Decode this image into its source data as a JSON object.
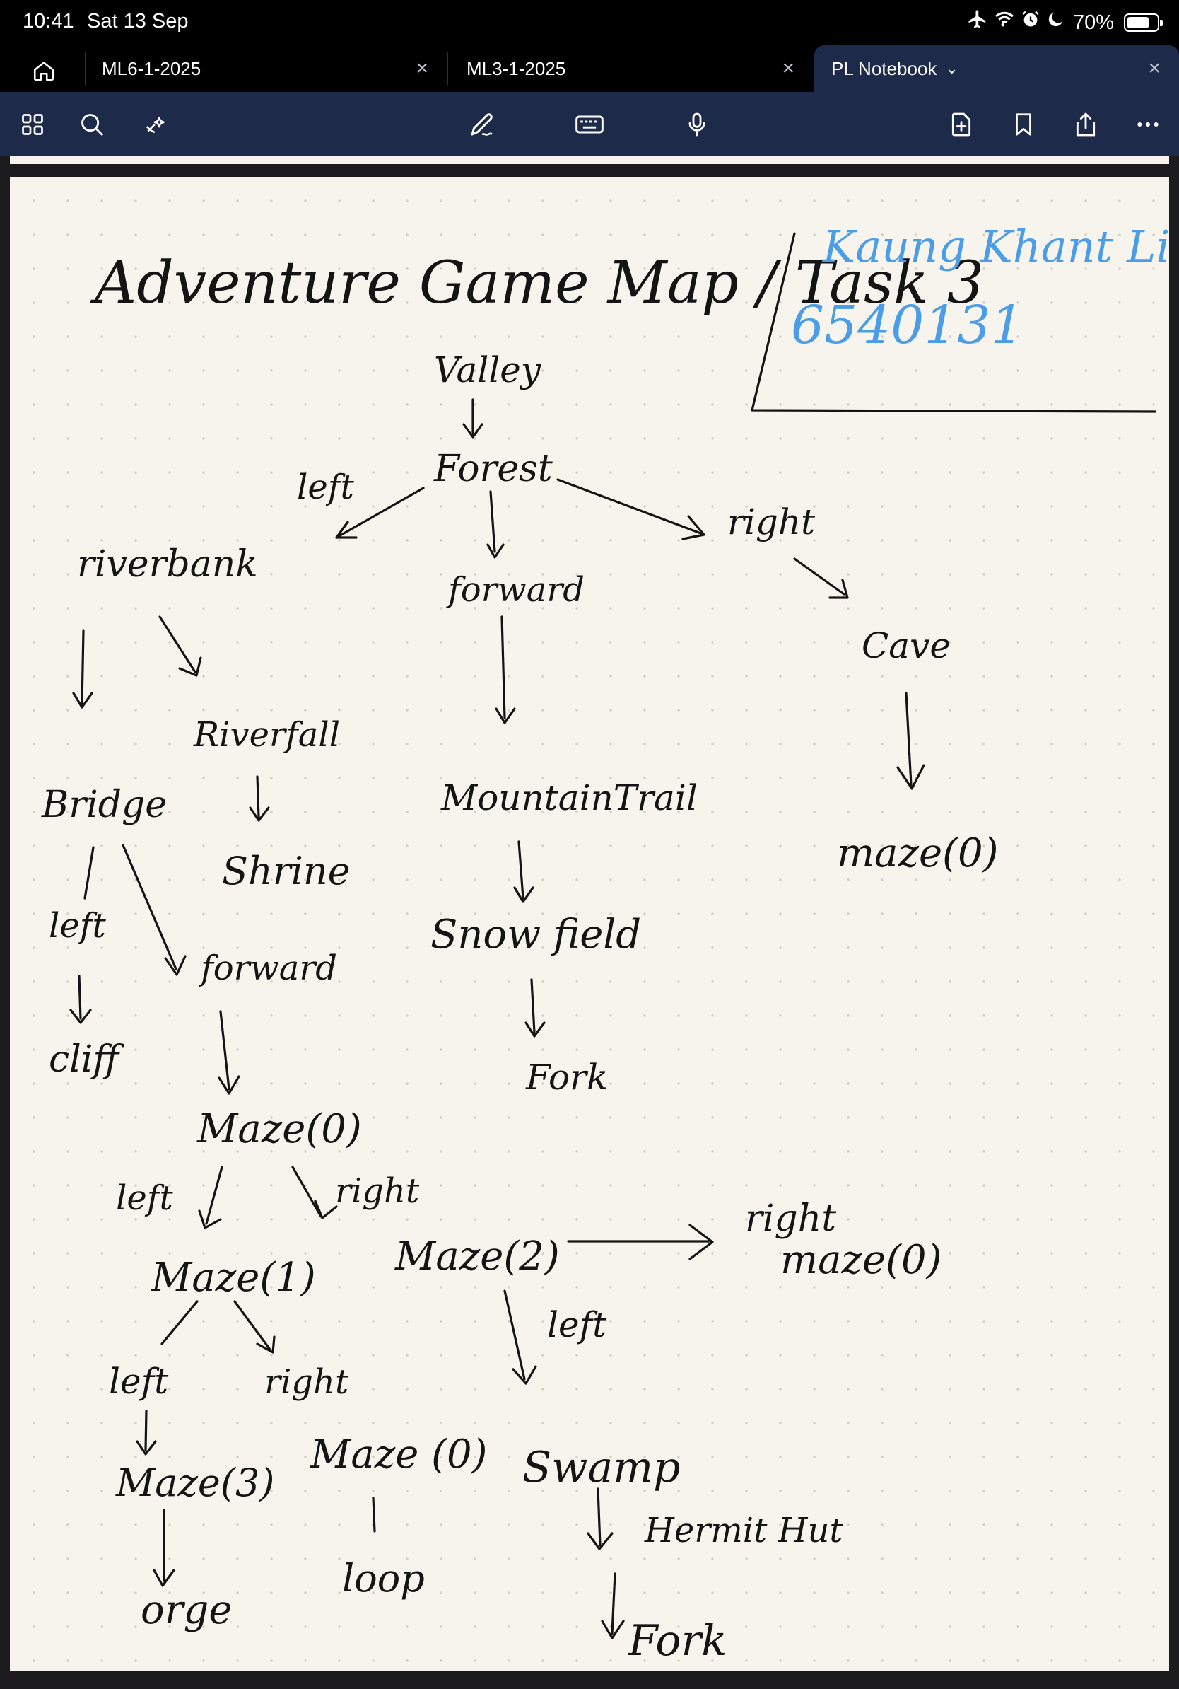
{
  "status_bar": {
    "time": "10:41",
    "date": "Sat 13 Sep",
    "battery_percent": "70%",
    "icons": [
      "airplane-icon",
      "wifi-icon",
      "alarm-icon",
      "moon-icon",
      "battery-icon"
    ]
  },
  "tabs": [
    {
      "label": "ML6-1-2025",
      "active": false
    },
    {
      "label": "ML3-1-2025",
      "active": false
    },
    {
      "label": "PL Notebook",
      "active": true
    }
  ],
  "toolbar": {
    "left_icons": [
      "grid-icon",
      "search-icon",
      "ai-sparkle-icon"
    ],
    "center_icons": [
      "pen-icon",
      "keyboard-icon",
      "microphone-icon"
    ],
    "right_icons": [
      "add-page-icon",
      "bookmark-icon",
      "share-icon",
      "more-icon"
    ]
  },
  "colors": {
    "status_bg": "#000000",
    "toolbar_bg": "#1d2a4a",
    "paper": "#f6f4ec",
    "ink": "#141414",
    "blue_ink": "#4a9de6"
  },
  "note": {
    "title": "Adventure Game Map / Task 3",
    "author_name": "Kaung Khant Lin",
    "student_id": "6540131",
    "nodes": {
      "valley": "Valley",
      "forest": "Forest",
      "left_1": "left",
      "forward_1": "forward",
      "right_1": "right",
      "riverbank": "riverbank",
      "cave": "Cave",
      "bridge": "Bridge",
      "riverfall": "Riverfall",
      "mountain_trail": "MountainTrail",
      "maze_cave": "maze(0)",
      "shrine": "Shrine",
      "left_2": "left",
      "forward_2": "forward",
      "snow_field": "Snow field",
      "cliff": "cliff",
      "fork_1": "Fork",
      "maze0": "Maze(0)",
      "left_3": "left",
      "right_3": "right",
      "maze2": "Maze(2)",
      "right_4": "right",
      "maze0_b": "maze(0)",
      "maze1": "Maze(1)",
      "left_4": "left",
      "left_5": "left",
      "right_5": "right",
      "maze0_c": "Maze (0)",
      "swamp": "Swamp",
      "maze3": "Maze(3)",
      "loop": "loop",
      "hermit_hut": "Hermit Hut",
      "orge": "orge",
      "fork_2": "Fork"
    }
  }
}
